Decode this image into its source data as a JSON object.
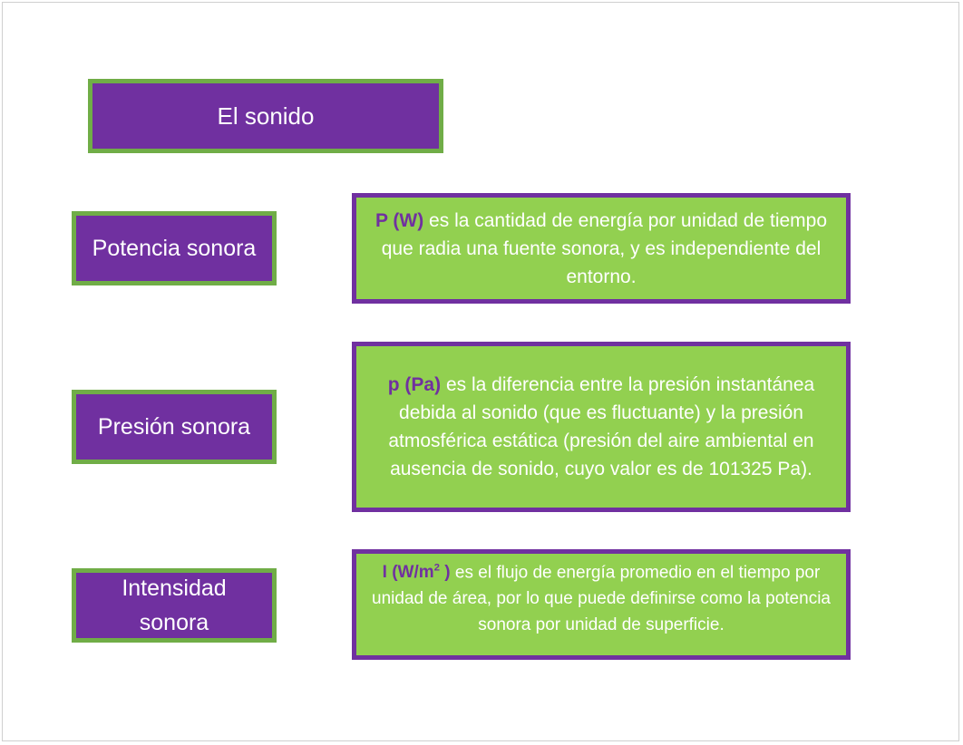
{
  "title": "El sonido",
  "colors": {
    "purple": "#7030a0",
    "green": "#92d050",
    "green_border": "#70ad47"
  },
  "items": [
    {
      "label": "Potencia sonora",
      "key": "P (W)",
      "text": " es la cantidad de energía por unidad de tiempo que radia una fuente sonora, y es independiente del entorno."
    },
    {
      "label": "Presión sonora",
      "key": "p (Pa)",
      "text": " es la diferencia entre la presión instantánea debida al sonido (que es fluctuante) y la presión atmosférica estática (presión del aire ambiental en ausencia de sonido, cuyo valor es de 101325 Pa)."
    },
    {
      "label": "Intensidad sonora",
      "key": "I (W/m",
      "key_sup": "2",
      "key_end": " )",
      "text": " es el flujo de energía promedio en el tiempo por unidad de área, por lo que puede definirse como la potencia sonora por unidad de superficie."
    }
  ]
}
